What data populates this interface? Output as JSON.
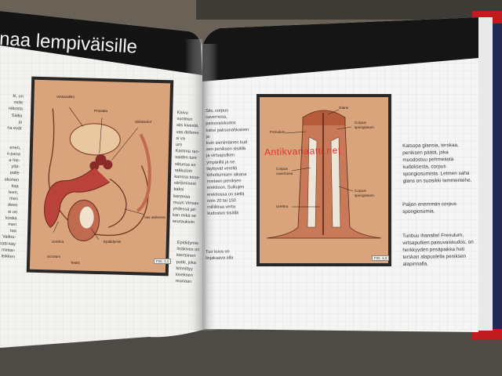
{
  "left_page": {
    "title_fragment": "naa lempiväisille",
    "edge_column": "ki, on\nosite\nrakosta\nSäilia\nja\nna evät\n\n\nenen,\nn pana\na hie-\nylät-\npalle\nekonen\nttaa\nteen,\nmen\ndeen\nsi on\nkoska\nmen\ntaa\nVaikru-\ntratti käy\nmintar-\nleikken",
    "mid_column_top": "Kaivu vuoteen\nsiis kivestä,\nvas deferes\nsi va\nuro\nKamma ran-\nsaiden tunt\nsiitunsa so\nrakkuloin\nkanssa toisa-\nsiirtämisest\nkaksi kanavaa\nmuun Virtsav\nyhdessä jat-\nkan mikä se\nseurauksiin",
    "mid_column_bottom": "Epididymis\nlisäkives on\nkierteinen\nputki, joka\nkiinnittyy\nkiveksen\nreunaan",
    "figure": {
      "tag": "FIG. 1.1",
      "labels": {
        "virtsarakko": "Virtsarakko",
        "prostata": "Prostata",
        "siittiosolut": "Siittiösolut",
        "vas_deferens": "Vas deferens",
        "urethra": "Urethra",
        "epididymis": "Epididymis",
        "scrotum": "Scrotum",
        "testis": "Testis"
      }
    }
  },
  "right_page": {
    "mid_column_top": "Siis, corpus cavernosa,\npaisuvaiskudos\nkaksi paksunahkaisen ja\nkuin sienimäinen kud\nsen peniksen sisällä\nja virtsaputken\nympärillä ja ne\ntäyttyvät verellä\nkiihottumisen aikana\nnostaen peniksen\nerektioon. Sulkujen\nerektiossa on siellä\nnoin 20 tai 150\nmillilitraa verta\nkudosten sisällä",
    "mid_column_bottom": "Tuo kuva on\nlinjakaava alla",
    "figure": {
      "tag": "FIG. 1.2",
      "labels": {
        "glans": "Glans",
        "corpus_spongiosum_top": "Corpus\nspongiosum",
        "frenulum": "Frenulum",
        "corpus_cavernosa": "Corpus\ncavernosa",
        "corpus_spongiosum_bottom": "Corpus\nspongiosum",
        "urethra": "Urethra"
      }
    },
    "right_column_p1": "Katsopa glansia, terskaa, peniksen päätä, joka muodostuu pehmeästä kudoksesta, corpus spongiosumista. Letmen saha glans on suosikki tammentehe.",
    "right_column_p2": "Paljon enemmän corpus spongiosumia.",
    "right_column_p3": "Tunbuu ihanalta! Frenulum, virtsaputken paisuvaiskudos, on herkkyyden pesäpaikka heti terskan alapuolella peniksen alapinnalla."
  },
  "watermark": "Antikvariaatti.net"
}
